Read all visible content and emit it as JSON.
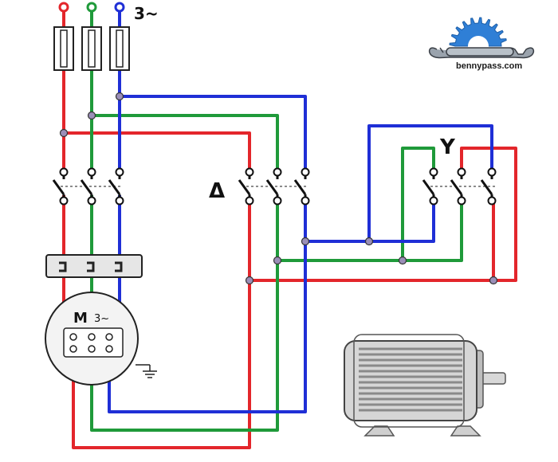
{
  "labels": {
    "supply": "3~",
    "delta": "Δ",
    "star": "Y",
    "motor_letter": "M",
    "motor_phase": "3~"
  },
  "logo": {
    "text": "bennypass.com",
    "gear_color": "#2f7fd6"
  },
  "colors": {
    "phase_l1": "#e3262b",
    "phase_l2": "#1f9a3a",
    "phase_l3": "#1f2fd6",
    "node": "#9b8fb8",
    "stroke": "#222222"
  }
}
